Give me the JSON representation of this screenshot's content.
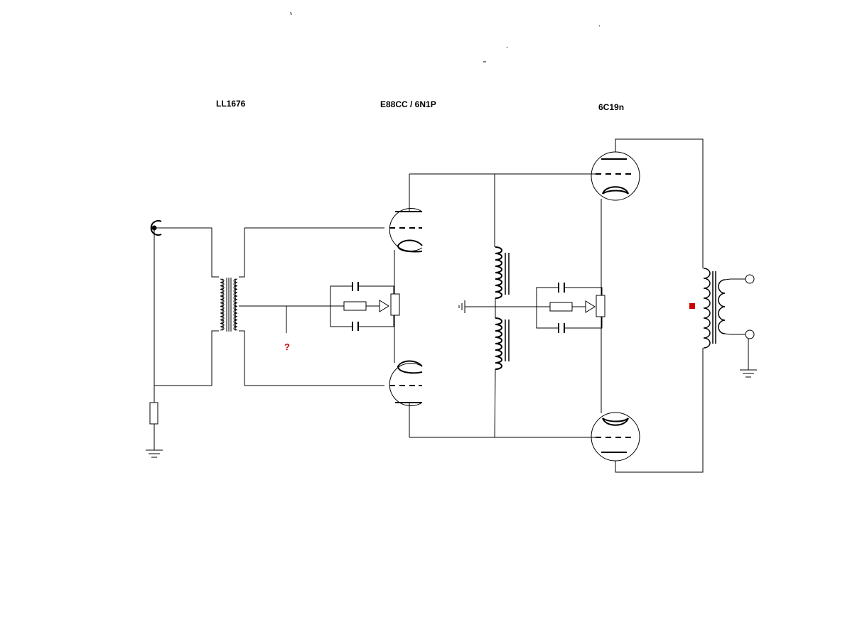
{
  "labels": {
    "input_transformer": "LL1676",
    "driver_tube": "E88CC / 6N1P",
    "output_tube": "6C19n",
    "unknown_node": "?"
  },
  "colors": {
    "wire": "#000000",
    "accent": "#cc0000"
  },
  "icons": [
    "input-jack-icon",
    "ground-icon",
    "output-terminal-icon",
    "marker-dot-icon"
  ]
}
